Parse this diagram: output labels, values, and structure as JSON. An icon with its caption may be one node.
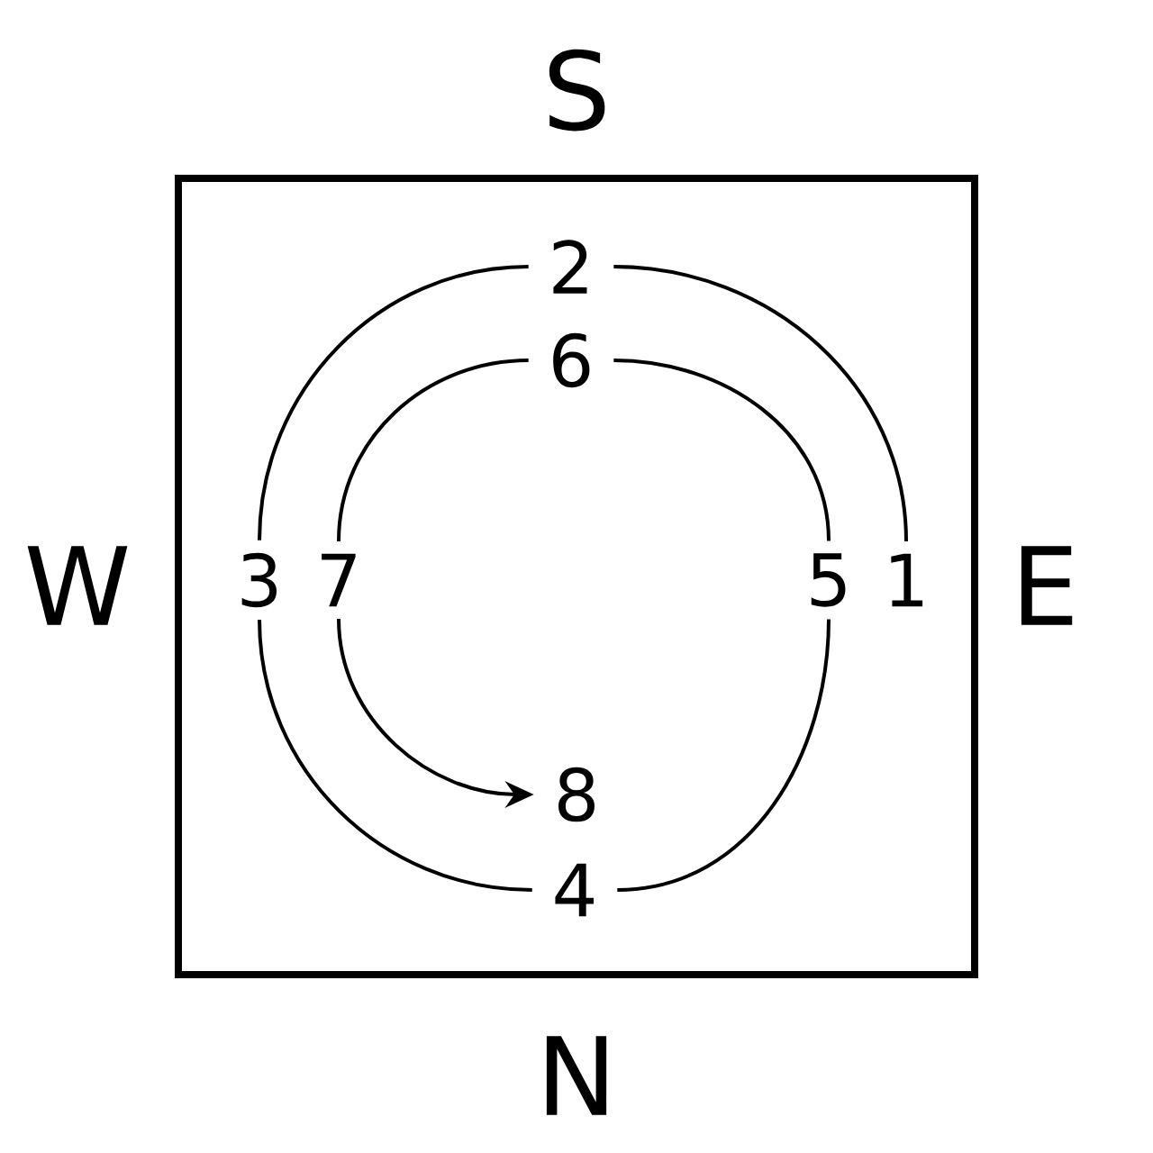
{
  "diagram": {
    "nodes": [
      {
        "text": [],
        "shape": "box"
      },
      {
        "text": [
          "1"
        ],
        "in": 0
      },
      {
        "text": [
          "2"
        ],
        "in": 0
      },
      {
        "text": [
          "3"
        ],
        "in": 0
      },
      {
        "text": [
          "4"
        ],
        "in": 0
      },
      {
        "text": [
          "5"
        ],
        "in": 0
      },
      {
        "text": [
          "6"
        ],
        "in": 0
      },
      {
        "text": [
          "7"
        ],
        "in": 0
      },
      {
        "text": [
          "8"
        ],
        "in": 0
      }
    ],
    "edges": [
      {
        "from": 1,
        "to": 2,
        "arrow": "none"
      },
      {
        "from": 2,
        "to": 3,
        "arrow": "none"
      },
      {
        "from": 3,
        "to": 4,
        "arrow": "none"
      },
      {
        "from": 4,
        "to": 5,
        "arrow": "none"
      },
      {
        "from": 5,
        "to": 6,
        "arrow": "none"
      },
      {
        "from": 6,
        "to": 7,
        "arrow": "none"
      },
      {
        "from": 7,
        "to": 8,
        "arrow": "to"
      }
    ],
    "labels": [
      "S",
      "W",
      "E",
      "N"
    ]
  }
}
